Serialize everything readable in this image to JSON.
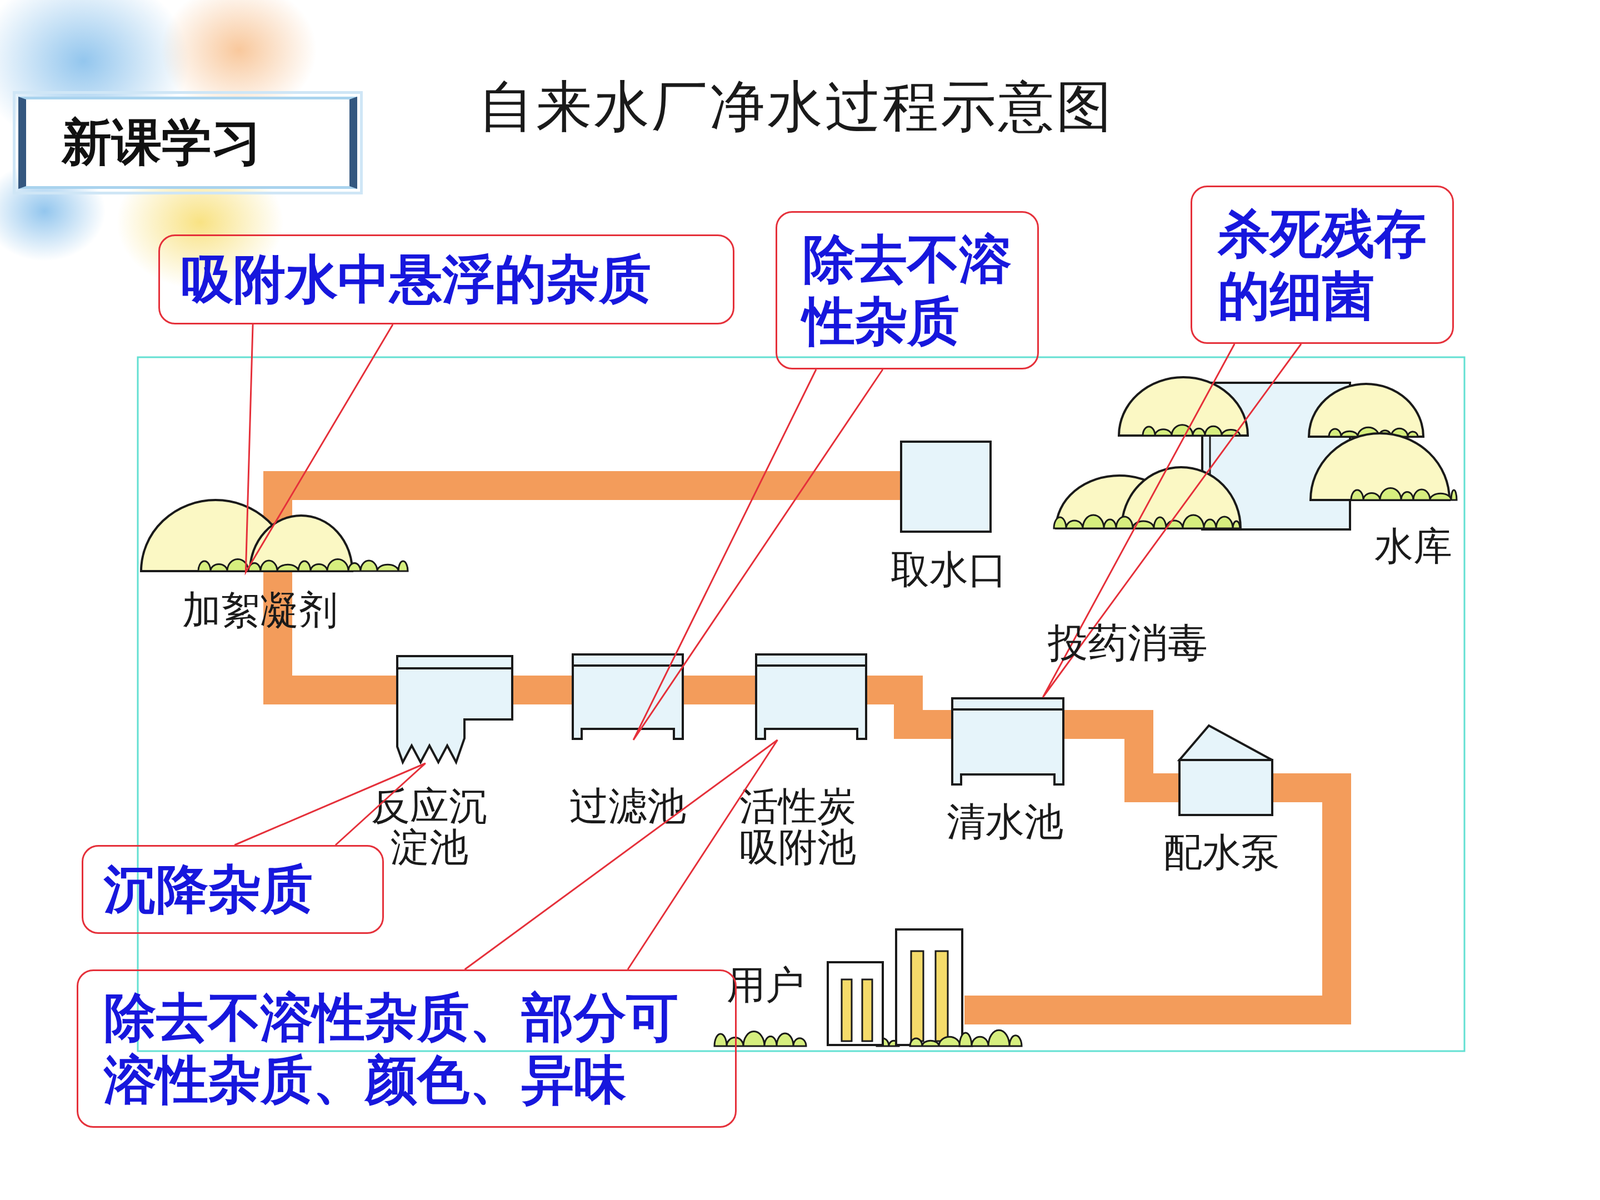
{
  "diagram": {
    "title": "自来水厂净水过程示意图",
    "nodes": [
      {
        "text": [
          "新课学习"
        ]
      },
      {
        "text": [
          "吸附水中悬浮的杂质"
        ]
      },
      {
        "text": [
          "除去不溶 性杂质"
        ]
      },
      {
        "text": [
          "杀死残存 的细菌"
        ]
      },
      {
        "text": [
          "取水口"
        ]
      },
      {
        "text": [
          "水库"
        ]
      },
      {
        "text": [
          "加絮凝剂"
        ]
      },
      {
        "text": [
          "反应沉 淀池"
        ]
      },
      {
        "text": [
          "过滤池"
        ]
      },
      {
        "text": [
          "活性炭 吸附池"
        ]
      },
      {
        "text": [
          "清水池"
        ]
      },
      {
        "text": [
          "配水泵"
        ]
      },
      {
        "text": [
          "沉降杂质"
        ]
      },
      {
        "text": [
          "用户"
        ]
      },
      {
        "text": [
          "除去不溶性杂质、部分可 溶性杂质、颜色、异味"
        ]
      }
    ],
    "edges": [
      {
        "from": 4,
        "to": 6,
        "arrow": "none"
      },
      {
        "from": 6,
        "to": 7,
        "arrow": "none"
      },
      {
        "from": 7,
        "to": 8,
        "arrow": "none"
      },
      {
        "from": 8,
        "to": 9,
        "arrow": "none"
      },
      {
        "from": 9,
        "to": 10,
        "arrow": "none"
      },
      {
        "from": 10,
        "to": 11,
        "arrow": "none"
      },
      {
        "from": 11,
        "to": 13,
        "arrow": "none"
      },
      {
        "from": 1,
        "to": 6,
        "arrow": "none"
      },
      {
        "from": 2,
        "to": 8,
        "arrow": "none"
      },
      {
        "from": 3,
        "to": 10,
        "arrow": "none"
      },
      {
        "from": 12,
        "to": 7,
        "arrow": "none"
      },
      {
        "from": 14,
        "to": 9,
        "arrow": "none"
      }
    ],
    "labels": [
      "投药消毒"
    ]
  }
}
